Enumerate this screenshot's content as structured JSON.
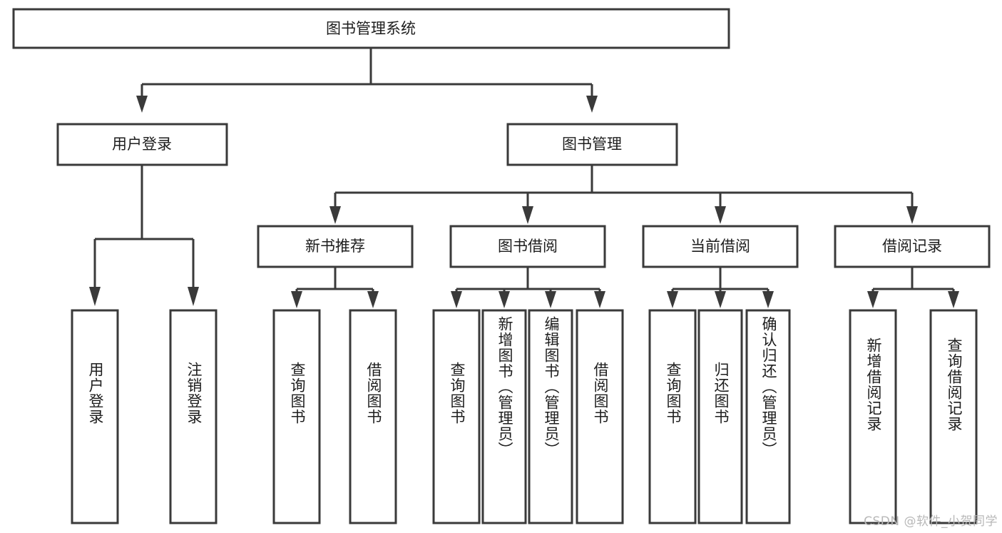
{
  "diagram": {
    "type": "tree-hierarchy",
    "title": "图书管理系统",
    "watermark": "CSDN @软件_小贺同学",
    "colors": {
      "stroke": "#3a3a3a",
      "fill": "#ffffff",
      "text": "#1d1d1d",
      "background": "#ffffff",
      "watermark": "#b8b8b8"
    },
    "root": {
      "label": "图书管理系统",
      "orientation": "horizontal"
    },
    "level1": [
      {
        "label": "用户登录",
        "orientation": "horizontal"
      },
      {
        "label": "图书管理",
        "orientation": "horizontal"
      }
    ],
    "level2": [
      {
        "label": "新书推荐",
        "orientation": "horizontal",
        "parent": "图书管理"
      },
      {
        "label": "图书借阅",
        "orientation": "horizontal",
        "parent": "图书管理"
      },
      {
        "label": "当前借阅",
        "orientation": "horizontal",
        "parent": "图书管理"
      },
      {
        "label": "借阅记录",
        "orientation": "horizontal",
        "parent": "图书管理"
      }
    ],
    "leaves": [
      {
        "label": "用户登录",
        "orientation": "vertical",
        "parent": "用户登录"
      },
      {
        "label": "注销登录",
        "orientation": "vertical",
        "parent": "用户登录"
      },
      {
        "label": "查询图书",
        "orientation": "vertical",
        "parent": "新书推荐"
      },
      {
        "label": "借阅图书",
        "orientation": "vertical",
        "parent": "新书推荐"
      },
      {
        "label": "查询图书",
        "orientation": "vertical",
        "parent": "图书借阅"
      },
      {
        "label": "新增图书（管理员）",
        "orientation": "vertical",
        "parent": "图书借阅"
      },
      {
        "label": "编辑图书（管理员）",
        "orientation": "vertical",
        "parent": "图书借阅"
      },
      {
        "label": "借阅图书",
        "orientation": "vertical",
        "parent": "图书借阅"
      },
      {
        "label": "查询图书",
        "orientation": "vertical",
        "parent": "当前借阅"
      },
      {
        "label": "归还图书",
        "orientation": "vertical",
        "parent": "当前借阅"
      },
      {
        "label": "确认归还（管理员）",
        "orientation": "vertical",
        "parent": "当前借阅"
      },
      {
        "label": "新增借阅记录",
        "orientation": "vertical",
        "parent": "借阅记录"
      },
      {
        "label": "查询借阅记录",
        "orientation": "vertical",
        "parent": "借阅记录"
      }
    ]
  }
}
